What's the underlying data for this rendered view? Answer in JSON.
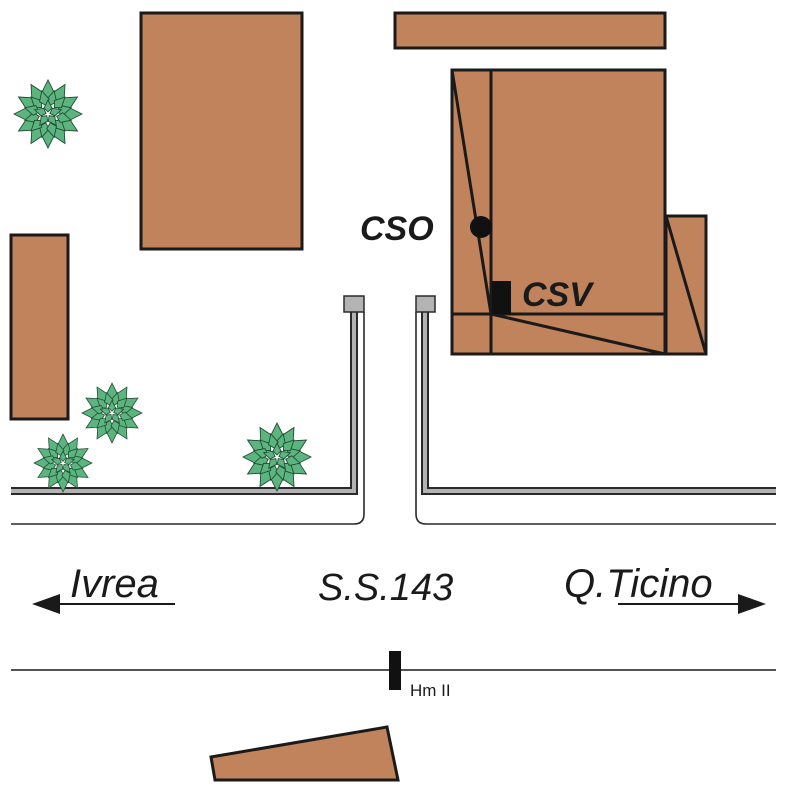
{
  "labels": {
    "cso": "CSO",
    "csv": "CSV",
    "west_direction": "Ivrea",
    "east_direction": "Q.Ticino",
    "road_name": "S.S.143",
    "milestone": "Hm II"
  },
  "colors": {
    "building": "#C1835B",
    "tree": "#5CB57F",
    "wall": "#B3B3B3",
    "outline": "#1A1A1A"
  },
  "icons": {
    "tree": "tree-icon",
    "arrow_left": "arrow-left-icon",
    "arrow_right": "arrow-right-icon",
    "cso_marker": "circle-marker-icon",
    "csv_marker": "square-marker-icon",
    "milestone_marker": "milestone-icon"
  }
}
